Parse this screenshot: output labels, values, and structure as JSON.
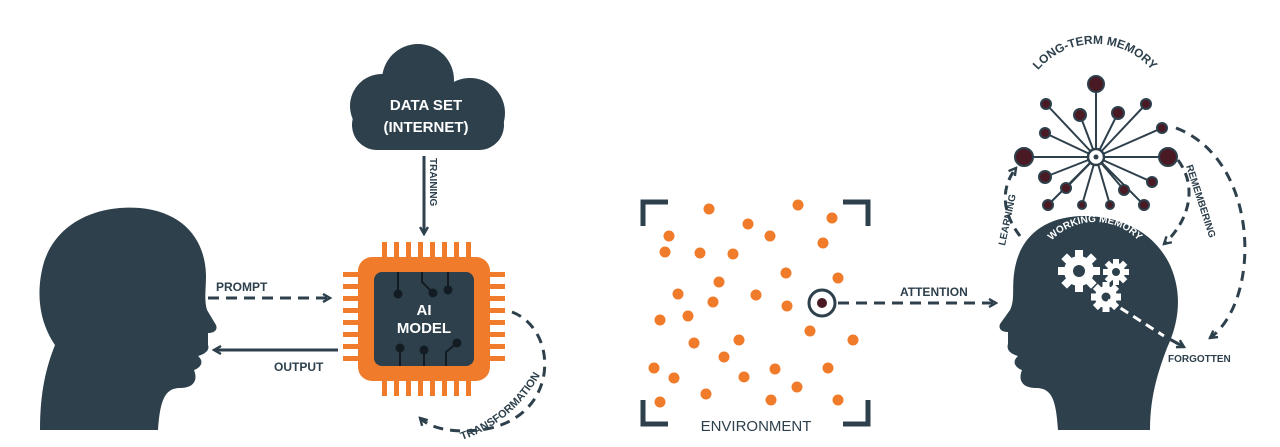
{
  "labels": {
    "dataset_line1": "DATA SET",
    "dataset_line2": "(INTERNET)",
    "training": "TRAINING",
    "prompt": "PROMPT",
    "output": "OUTPUT",
    "ai_line1": "AI",
    "ai_line2": "MODEL",
    "transformation": "TRANSFORMATION",
    "environment": "ENVIRONMENT",
    "attention": "ATTENTION",
    "long_term_memory": "LONG-TERM MEMORY",
    "learning": "LEARNING",
    "remembering": "REMEMBERING",
    "working_memory": "WORKING MEMORY",
    "forgotten": "FORGOTTEN"
  },
  "colors": {
    "dark": "#2d404c",
    "orange": "#f07b2b",
    "maroon": "#4a1a24",
    "white": "#ffffff"
  },
  "icons": [
    "head-silhouette-icon",
    "cloud-icon",
    "chip-icon",
    "gear-icon",
    "network-node-icon",
    "target-icon"
  ]
}
